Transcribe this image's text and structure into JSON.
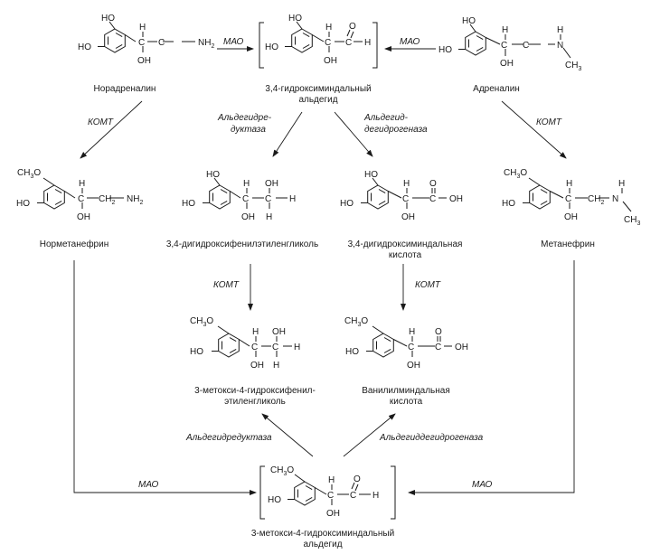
{
  "compounds": {
    "noradrenaline": "Норадреналин",
    "dhma_ald": [
      "3,4-гидроксиминдальный",
      "альдегид"
    ],
    "adrenaline": "Адреналин",
    "normetanephrine": "Норметанефрин",
    "dhpg": "3,4-дигидроксифенилэтиленгликоль",
    "dhma": [
      "3,4-дигидроксиминдальная",
      "кислота"
    ],
    "metanephrine": "Метанефрин",
    "mhpg": [
      "3-метокси-4-гидроксифенил-",
      "этиленгликоль"
    ],
    "vma": [
      "Ванилилминдальная",
      "кислота"
    ],
    "mhma_ald": [
      "3-метокси-4-гидроксиминдальный",
      "альдегид"
    ]
  },
  "enzymes": {
    "mao": "МАО",
    "comt": "КОМТ",
    "ald_reductase": "Альдегидредуктаза",
    "ald_reductase_split": [
      "Альдегидре-",
      "дуктаза"
    ],
    "ald_dehydrogenase": "Альдегиддегидрогеназа",
    "ald_dehydrogenase_split": [
      "Альдегид-",
      "дегидрогеназа"
    ]
  },
  "atoms": {
    "HO": "HO",
    "OH": "OH",
    "H": "H",
    "C": "C",
    "CH": "CH",
    "O": "O",
    "N": "N",
    "NH": "NH",
    "sub2": "2",
    "sub3": "3",
    "CH3": "CH",
    "H3CO": "H",
    "OCH3_O": "O",
    "dash": "—",
    "eq": "="
  }
}
